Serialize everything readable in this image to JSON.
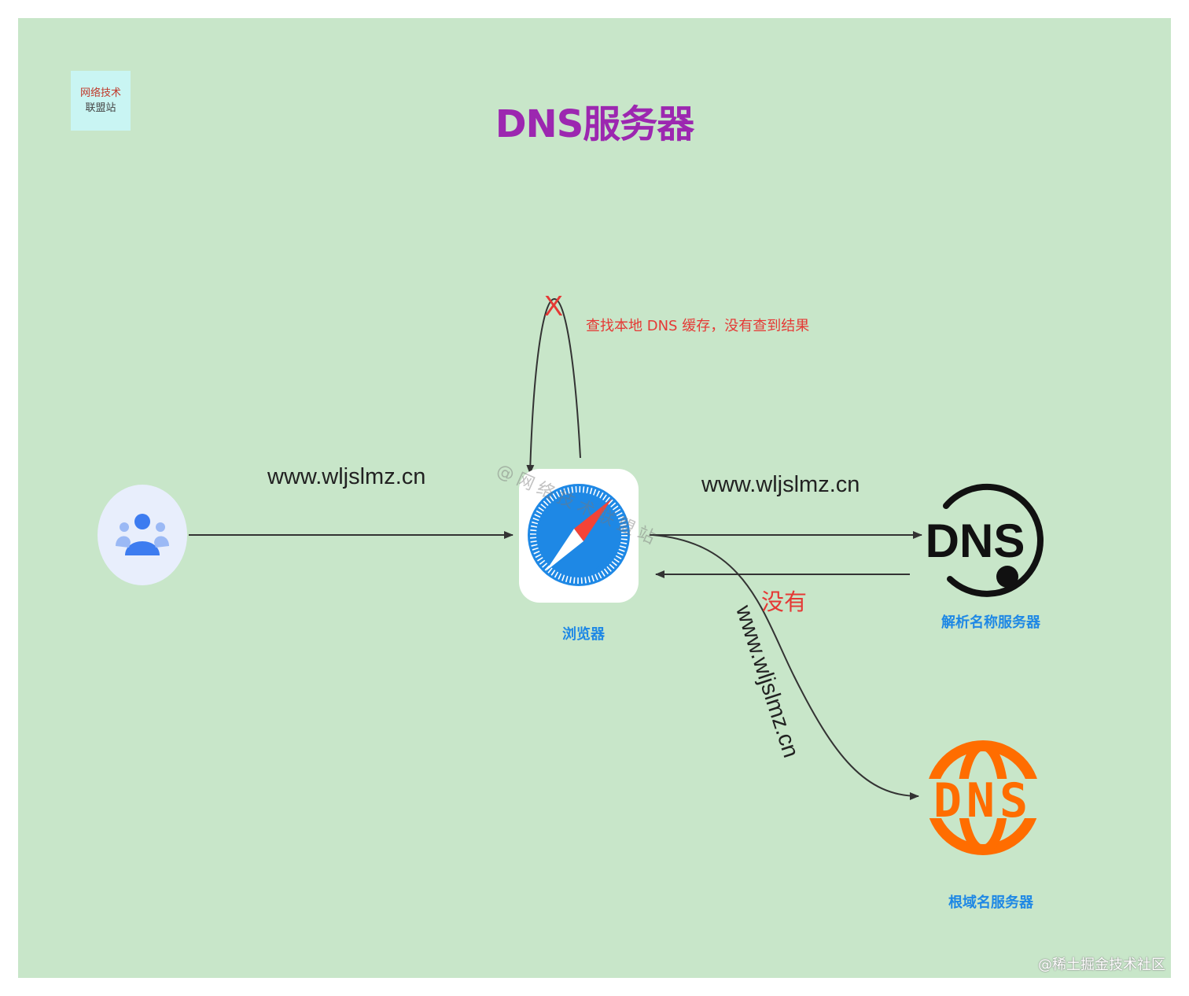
{
  "title": "DNS服务器",
  "logo": {
    "line1": "网络技术",
    "line2": "联盟站"
  },
  "edges": {
    "user_to_browser": "www.wljslmz.cn",
    "browser_to_resolver": "www.wljslmz.cn",
    "browser_to_root": "www.wljslmz.cn",
    "resolver_reply": "没有",
    "local_cache": "查找本地 DNS 缓存，没有查到结果",
    "cache_fail_mark": "X"
  },
  "nodes": {
    "browser": "浏览器",
    "resolver": "解析名称服务器",
    "resolver_logo": "DNS",
    "root": "根域名服务器",
    "root_logo": "DNS"
  },
  "watermark": "@网络技术联盟站",
  "credit": "@稀土掘金技术社区",
  "colors": {
    "background": "#c8e6c9",
    "title": "#9c27b0",
    "caption": "#1e88e5",
    "alert": "#e53935",
    "root_dns": "#ff6d00"
  }
}
